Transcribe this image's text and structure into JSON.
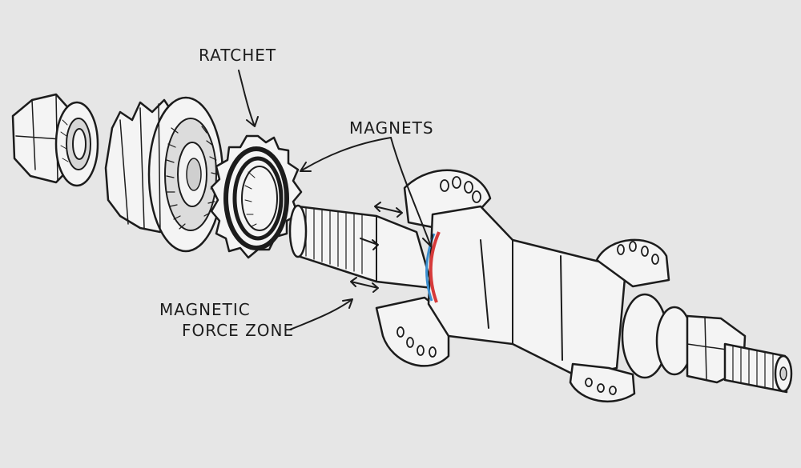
{
  "labels": {
    "ratchet": "RATCHET",
    "magnets": "MAGNETS",
    "force_zone_line1": "MAGNETIC",
    "force_zone_line2": "FORCE ZONE"
  },
  "colors": {
    "background": "#e6e6e6",
    "ink": "#1c1c1c",
    "part_fill": "#f4f4f4",
    "magnet_red": "#d63a3a",
    "magnet_blue": "#3b8fd0"
  }
}
